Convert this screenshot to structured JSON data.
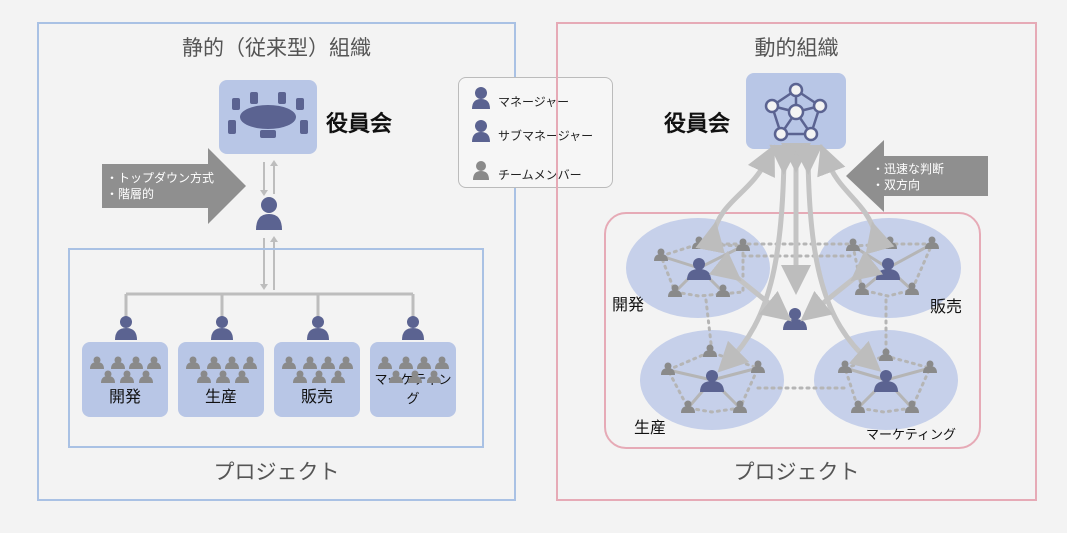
{
  "left": {
    "title": "静的（従来型）組織",
    "board_label": "役員会",
    "arrow_text_1": "・トップダウン方式",
    "arrow_text_2": "・階層的",
    "departments": [
      "開発",
      "生産",
      "販売",
      "マーケティング"
    ],
    "project_label": "プロジェクト"
  },
  "legend": {
    "manager": "マネージャー",
    "sub_manager": "サブマネージャー",
    "team_member": "チームメンバー"
  },
  "right": {
    "title": "動的組織",
    "board_label": "役員会",
    "arrow_text_1": "・迅速な判断",
    "arrow_text_2": "・双方向",
    "clusters": [
      "開発",
      "販売",
      "生産",
      "マーケティング"
    ],
    "project_label": "プロジェクト"
  },
  "colors": {
    "left_border": "#a9c1e4",
    "right_border": "#e6aab6",
    "dept_fill": "#b8c6e6",
    "icon": "#5b6391",
    "member_icon": "#7a7a7a",
    "arrow_gray": "#9c9c9c"
  }
}
